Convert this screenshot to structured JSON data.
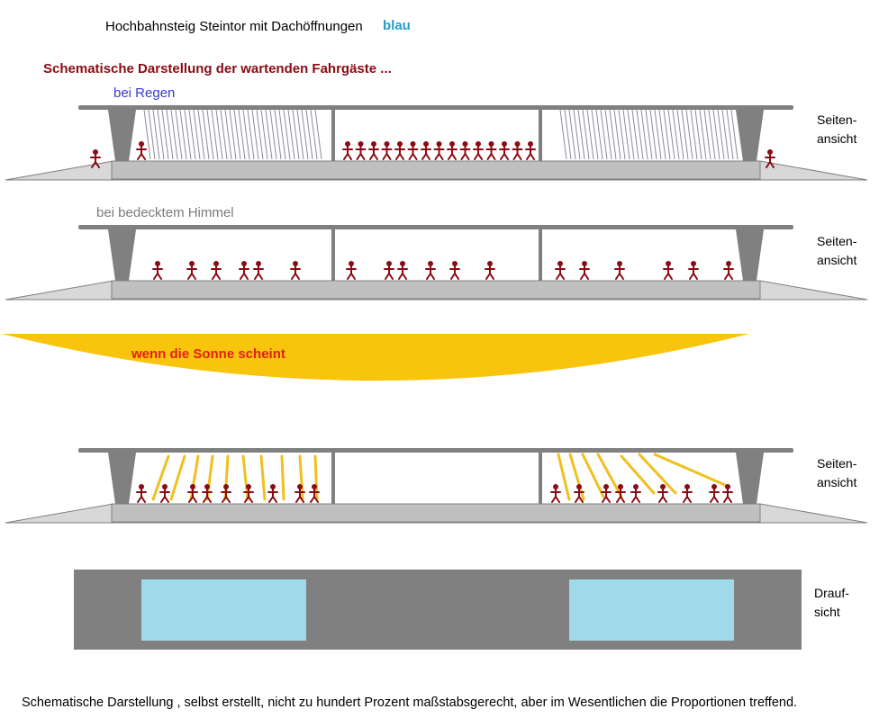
{
  "header": {
    "title": "Hochbahnsteig Steintor mit Dachöffnungen",
    "title_highlight": "blau",
    "subtitle": "Schematische Darstellung der wartenden Fahrgäste ..."
  },
  "scenarios": {
    "rain": {
      "label": "bei Regen",
      "view_label": [
        "Seiten-",
        "ansicht"
      ]
    },
    "overcast": {
      "label": "bei bedecktem Himmel",
      "view_label": [
        "Seiten-",
        "ansicht"
      ]
    },
    "sun": {
      "label": "wenn die Sonne scheint",
      "view_label": [
        "Seiten-",
        "ansicht"
      ]
    }
  },
  "top_view": {
    "view_label": [
      "Drauf-",
      "sicht"
    ]
  },
  "footer": "Schematische Darstellung , selbst erstellt, nicht zu hundert Prozent maßstabsgerecht, aber im Wesentlichen die Proportionen treffend.",
  "colors": {
    "person": "#8b0a14",
    "structure": "#808080",
    "platform": "#c0c0c0",
    "opening": "#9fd9ea",
    "sun": "#f9c40c",
    "sun_ray": "#f0c020"
  }
}
